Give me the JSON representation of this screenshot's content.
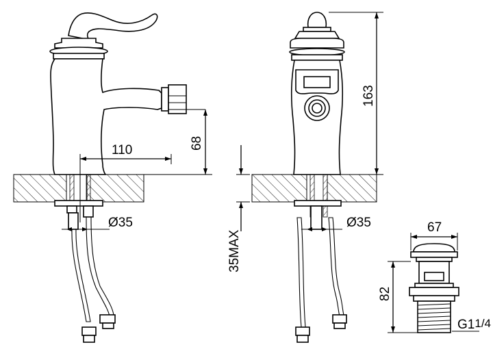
{
  "dimensions": {
    "spout_reach": "110",
    "spout_height": "68",
    "hole_diameter_left": "Ø35",
    "hole_diameter_right": "Ø35",
    "max_counter_thickness": "35MAX",
    "total_height": "163",
    "drain_cap_diameter": "67",
    "drain_height": "82",
    "drain_thread_prefix": "G1",
    "drain_thread_fraction": "1/4"
  }
}
